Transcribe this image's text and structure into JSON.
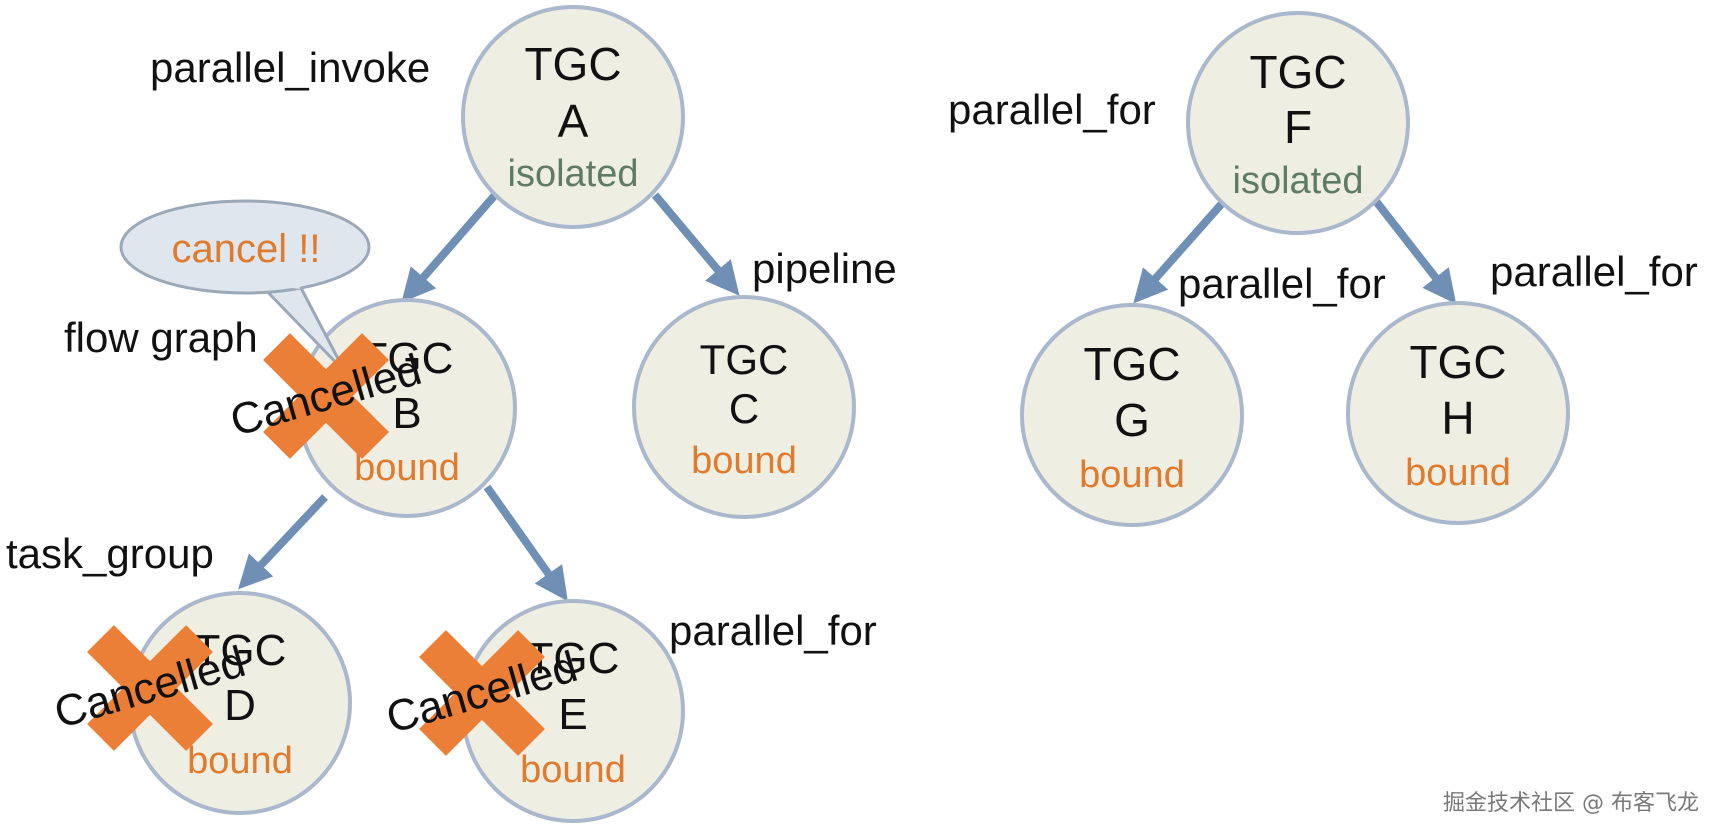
{
  "colors": {
    "node_fill": "#efeee3",
    "node_stroke": "#a9b8cc",
    "arrow": "#6f8fb4",
    "isolated_text": "#5e7b66",
    "bound_text": "#e07a2c",
    "cancel_cross": "#ec7f37",
    "bubble_fill": "#dfe6ee",
    "bubble_stroke": "#9aa8b8",
    "text": "#111111"
  },
  "nodes": {
    "A": {
      "line1": "TGC",
      "line2": "A",
      "status": "isolated"
    },
    "B": {
      "line1": "TGC",
      "line2": "B",
      "status": "bound"
    },
    "C": {
      "line1": "TGC",
      "line2": "C",
      "status": "bound"
    },
    "D": {
      "line1": "TGC",
      "line2": "D",
      "status": "bound"
    },
    "E": {
      "line1": "TGC",
      "line2": "E",
      "status": "bound"
    },
    "F": {
      "line1": "TGC",
      "line2": "F",
      "status": "isolated"
    },
    "G": {
      "line1": "TGC",
      "line2": "G",
      "status": "bound"
    },
    "H": {
      "line1": "TGC",
      "line2": "H",
      "status": "bound"
    }
  },
  "labels": {
    "A": "parallel_invoke",
    "B": "flow graph",
    "C": "pipeline",
    "D": "task_group",
    "E": "parallel_for",
    "F": "parallel_for",
    "G": "parallel_for",
    "H": "parallel_for"
  },
  "callout": {
    "text": "cancel !!"
  },
  "cancel_marks": {
    "B": "Cancelled",
    "D": "Cancelled",
    "E": "Cancelled"
  },
  "edges": [
    [
      "A",
      "B"
    ],
    [
      "A",
      "C"
    ],
    [
      "B",
      "D"
    ],
    [
      "B",
      "E"
    ],
    [
      "F",
      "G"
    ],
    [
      "F",
      "H"
    ]
  ],
  "watermark": "掘金技术社区 @ 布客飞龙"
}
